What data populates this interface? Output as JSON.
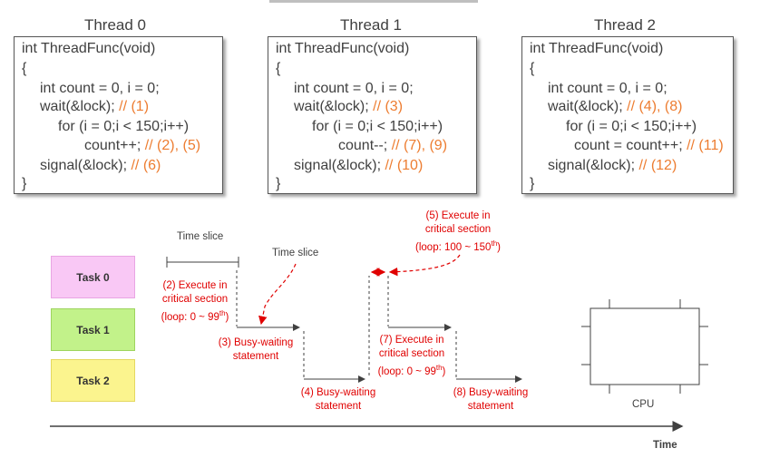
{
  "threads": [
    {
      "title": "Thread 0",
      "lines": [
        {
          "text": "int ThreadFunc(void)",
          "comment": ""
        },
        {
          "text": "{",
          "comment": ""
        },
        {
          "text": "int count = 0, i = 0;",
          "comment": ""
        },
        {
          "text": "wait(&lock); ",
          "comment": "// (1)"
        },
        {
          "text": "for (i = 0;i < 150;i++)",
          "comment": ""
        },
        {
          "text": "count++; ",
          "comment": "// (2), (5)"
        },
        {
          "text": "signal(&lock); ",
          "comment": "// (6)"
        },
        {
          "text": "}",
          "comment": ""
        }
      ]
    },
    {
      "title": "Thread 1",
      "lines": [
        {
          "text": "int ThreadFunc(void)",
          "comment": ""
        },
        {
          "text": "{",
          "comment": ""
        },
        {
          "text": "int count = 0, i = 0;",
          "comment": ""
        },
        {
          "text": "wait(&lock); ",
          "comment": "// (3)"
        },
        {
          "text": "for (i = 0;i < 150;i++)",
          "comment": ""
        },
        {
          "text": "count--; ",
          "comment": "// (7), (9)"
        },
        {
          "text": "signal(&lock); ",
          "comment": "// (10)"
        },
        {
          "text": "}",
          "comment": ""
        }
      ]
    },
    {
      "title": "Thread 2",
      "lines": [
        {
          "text": "int ThreadFunc(void)",
          "comment": ""
        },
        {
          "text": "{",
          "comment": ""
        },
        {
          "text": "int count = 0, i = 0;",
          "comment": ""
        },
        {
          "text": "wait(&lock); ",
          "comment": "// (4), (8)"
        },
        {
          "text": "for (i = 0;i < 150;i++)",
          "comment": ""
        },
        {
          "text": "count = count++; ",
          "comment": "// (11)"
        },
        {
          "text": "signal(&lock); ",
          "comment": "// (12)"
        },
        {
          "text": "}",
          "comment": ""
        }
      ]
    }
  ],
  "tasks": [
    {
      "label": "Task 0",
      "color": "#f9c8f5"
    },
    {
      "label": "Task 1",
      "color": "#c2f28a"
    },
    {
      "label": "Task 2",
      "color": "#fbf48e"
    }
  ],
  "timeline": {
    "time_slice_label_1": "Time slice",
    "time_slice_label_2": "Time slice",
    "ann_2": "(2) Execute in\ncritical section\n(loop: 0 ~ 99th)",
    "ann_3": "(3) Busy-waiting\nstatement",
    "ann_4": "(4) Busy-waiting\nstatement",
    "ann_5": "(5) Execute in\ncritical section\n(loop: 100 ~ 150th)",
    "ann_7": "(7) Execute in\ncritical section\n(loop: 0 ~ 99th)",
    "ann_8": "(8) Busy-waiting\nstatement",
    "axis_label": "Time"
  },
  "cpu": {
    "label": "CPU"
  },
  "colors": {
    "annotation": "#e00000",
    "comment": "#ed7d31"
  }
}
